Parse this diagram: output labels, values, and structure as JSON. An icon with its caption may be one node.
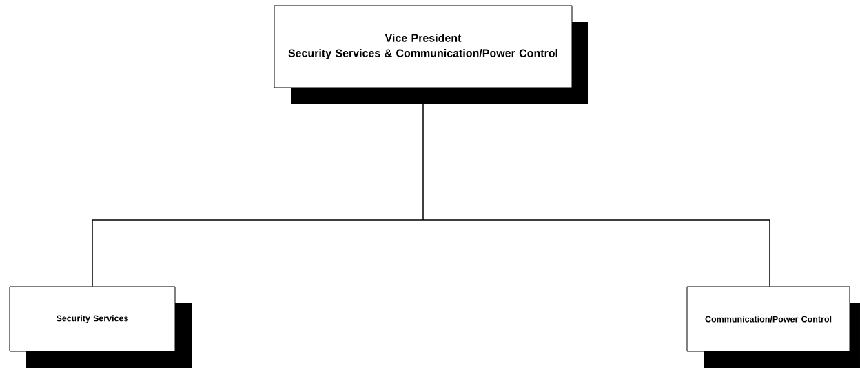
{
  "diagram": {
    "nodes": [
      {
        "text": [
          "Vice President",
          "Security Services & Communication/Power Control"
        ]
      },
      {
        "text": [
          "Security Services"
        ]
      },
      {
        "text": [
          "Communication/Power Control"
        ]
      }
    ],
    "edges": [
      {
        "from": 0,
        "to": 1,
        "arrow": "none"
      },
      {
        "from": 0,
        "to": 2,
        "arrow": "none"
      }
    ]
  }
}
